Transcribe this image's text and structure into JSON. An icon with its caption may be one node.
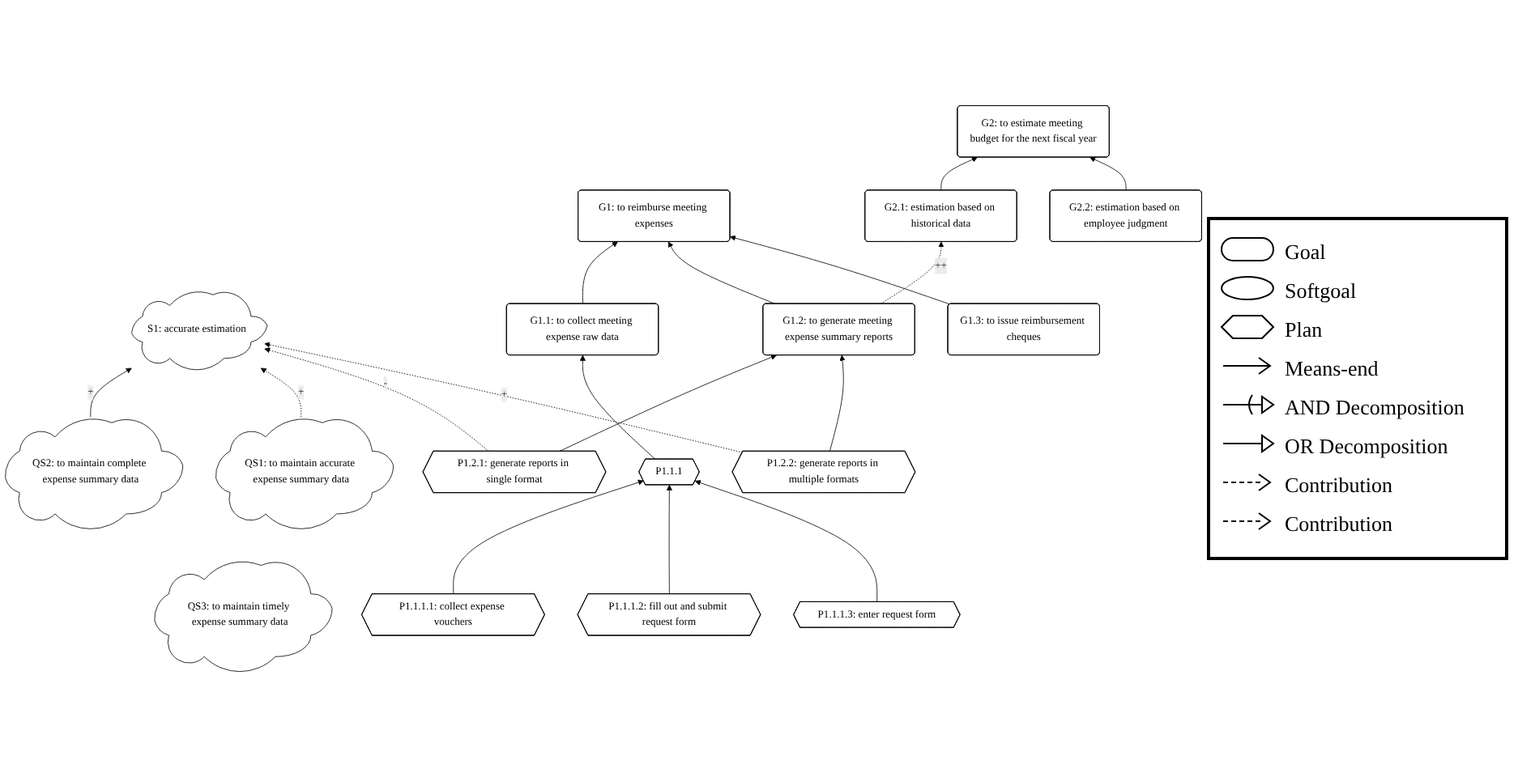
{
  "diagram": {
    "nodes": [
      {
        "text": [
          "QS2: to maintain complete expense summary data"
        ]
      },
      {
        "text": [
          "QS1: to maintain accurate expense summary data"
        ]
      },
      {
        "text": [
          "S1: accurate estimation"
        ]
      },
      {
        "text": [
          "QS3: to maintain timely expense summary data"
        ]
      },
      {
        "text": [
          "G1: to reimburse meeting expenses"
        ]
      },
      {
        "text": [
          "G2: to estimate meeting budget for the next fiscal year"
        ]
      },
      {
        "text": [
          "G1.1: to collect meeting expense raw data"
        ]
      },
      {
        "text": [
          "G1.2: to generate meeting expense summary reports"
        ]
      },
      {
        "text": [
          "G1.3: to issue reimbursement cheques"
        ]
      },
      {
        "text": [
          "G2.1: estimation based on historical data"
        ]
      },
      {
        "text": [
          "G2.2: estimation based on employee judgment"
        ]
      },
      {
        "text": [
          "P1.1.1"
        ]
      },
      {
        "text": [
          "P1.2.1: generate reports in single format"
        ]
      },
      {
        "text": [
          "P1.2.2: generate reports in multiple formats"
        ]
      },
      {
        "text": [
          "P1.1.1.1: collect expense vouchers"
        ]
      },
      {
        "text": [
          "P1.1.1.2: fill out and submit request form"
        ]
      },
      {
        "text": [
          "P1.1.1.3: enter request form"
        ]
      }
    ],
    "edges": [
      {
        "from": 0,
        "to": 2,
        "arrow": "to",
        "label": "+"
      },
      {
        "from": 1,
        "to": 2,
        "arrow": "to",
        "label": "+",
        "style": "dashed"
      },
      {
        "from": 6,
        "to": 4,
        "arrow": "to"
      },
      {
        "from": 7,
        "to": 4,
        "arrow": "to"
      },
      {
        "from": 8,
        "to": 4,
        "arrow": "to"
      },
      {
        "from": 9,
        "to": 5,
        "arrow": "to"
      },
      {
        "from": 10,
        "to": 5,
        "arrow": "to"
      },
      {
        "from": 11,
        "to": 6,
        "arrow": "to"
      },
      {
        "from": 12,
        "to": 7,
        "arrow": "to"
      },
      {
        "from": 13,
        "to": 7,
        "arrow": "to"
      },
      {
        "from": 12,
        "to": 2,
        "arrow": "to",
        "label": "-",
        "style": "dashed"
      },
      {
        "from": 13,
        "to": 2,
        "arrow": "to",
        "label": "+",
        "style": "dashed"
      },
      {
        "from": 7,
        "to": 9,
        "arrow": "to",
        "label": "++",
        "style": "dashed"
      },
      {
        "from": 14,
        "to": 11,
        "arrow": "to"
      },
      {
        "from": 15,
        "to": 11,
        "arrow": "to"
      },
      {
        "from": 16,
        "to": 11,
        "arrow": "to"
      }
    ],
    "legend": [
      {
        "text": "Goal"
      },
      {
        "text": "Softgoal"
      },
      {
        "text": "Plan"
      },
      {
        "text": "Means-end"
      },
      {
        "text": "AND Decomposition"
      },
      {
        "text": "OR Decomposition"
      },
      {
        "text": "Contribution"
      },
      {
        "text": "Contribution"
      }
    ]
  }
}
